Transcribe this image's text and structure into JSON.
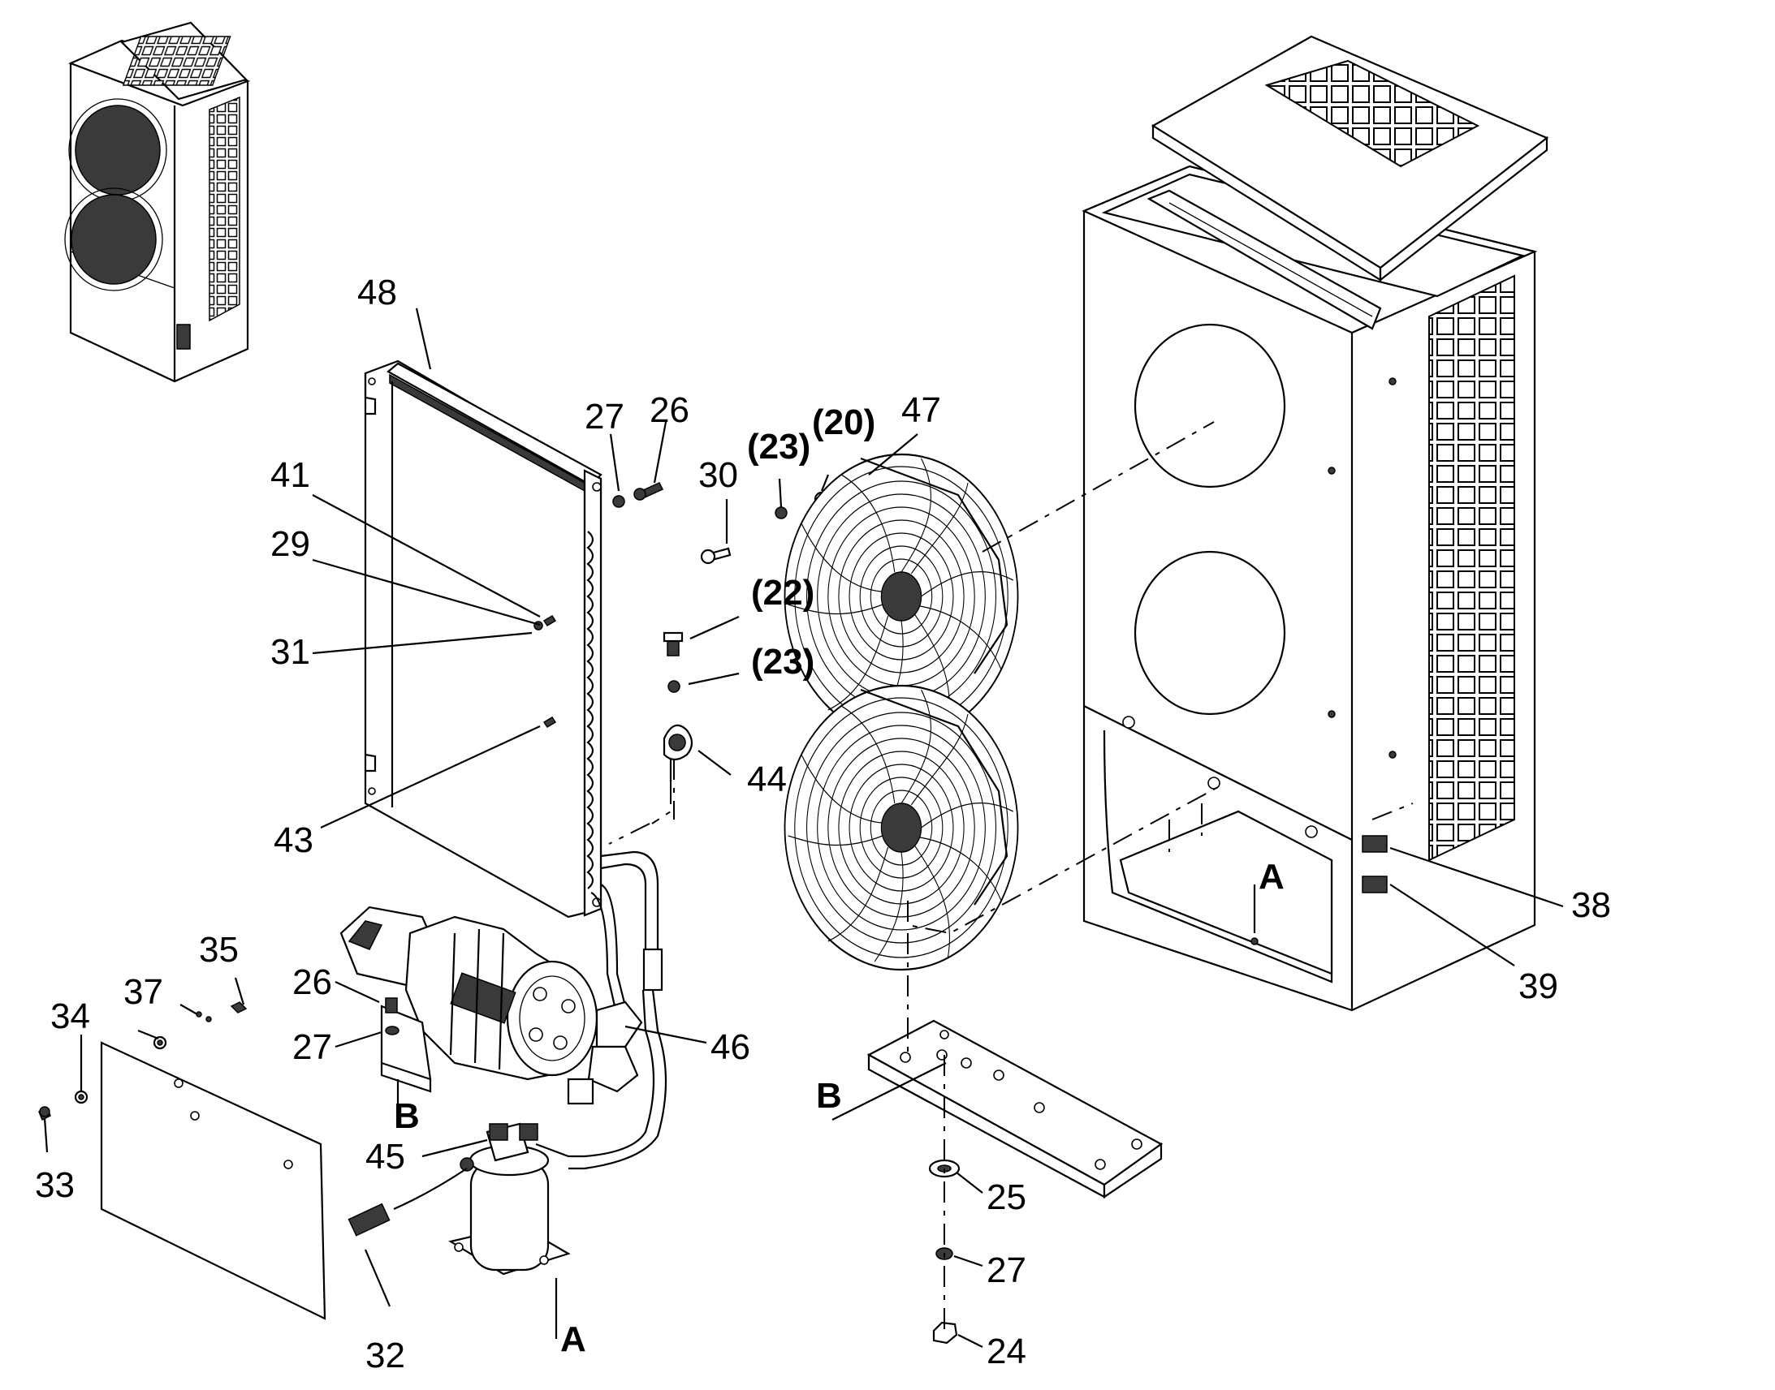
{
  "callouts": [
    {
      "id": "c48",
      "label": "48"
    },
    {
      "id": "c27a",
      "label": "27"
    },
    {
      "id": "c26a",
      "label": "26"
    },
    {
      "id": "c41",
      "label": "41"
    },
    {
      "id": "c29",
      "label": "29"
    },
    {
      "id": "c31",
      "label": "31"
    },
    {
      "id": "c43",
      "label": "43"
    },
    {
      "id": "c30",
      "label": "30"
    },
    {
      "id": "c23a",
      "label": "(23)"
    },
    {
      "id": "c20",
      "label": "(20)"
    },
    {
      "id": "c47",
      "label": "47"
    },
    {
      "id": "c22",
      "label": "(22)"
    },
    {
      "id": "c23b",
      "label": "(23)"
    },
    {
      "id": "c44",
      "label": "44"
    },
    {
      "id": "c38",
      "label": "38"
    },
    {
      "id": "c39",
      "label": "39"
    },
    {
      "id": "cA1",
      "label": "A"
    },
    {
      "id": "c35",
      "label": "35"
    },
    {
      "id": "c37",
      "label": "37"
    },
    {
      "id": "c34",
      "label": "34"
    },
    {
      "id": "c33",
      "label": "33"
    },
    {
      "id": "c26b",
      "label": "26"
    },
    {
      "id": "c27b",
      "label": "27"
    },
    {
      "id": "cB1",
      "label": "B"
    },
    {
      "id": "c46",
      "label": "46"
    },
    {
      "id": "c45",
      "label": "45"
    },
    {
      "id": "c32",
      "label": "32"
    },
    {
      "id": "cA2",
      "label": "A"
    },
    {
      "id": "cB2",
      "label": "B"
    },
    {
      "id": "c25",
      "label": "25"
    },
    {
      "id": "c27c",
      "label": "27"
    },
    {
      "id": "c24",
      "label": "24"
    }
  ]
}
